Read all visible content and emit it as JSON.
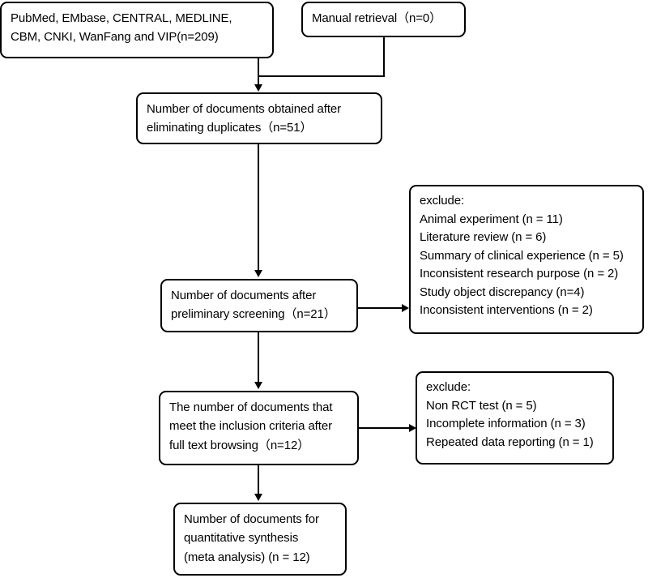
{
  "diagram": {
    "title": "PRISMA study selection flow diagram",
    "type": "flowchart",
    "colors": {
      "stroke": "#000000",
      "fill": "#ffffff",
      "text": "#000000"
    },
    "nodes": {
      "sources": {
        "name": "database-sources",
        "text": "PubMed, EMbase, CENTRAL, MEDLINE,\nCBM, CNKI, WanFang and VIP(n=209)",
        "n": 209
      },
      "manual": {
        "name": "manual-retrieval",
        "text": "Manual retrieval（n=0）",
        "n": 0
      },
      "dedup": {
        "name": "documents-after-deduplication",
        "text": "Number of documents obtained after\neliminating duplicates（n=51）",
        "n": 51
      },
      "prelim": {
        "name": "documents-after-preliminary-screening",
        "text": "Number of documents after\npreliminary screening（n=21）",
        "n": 21
      },
      "fulltext": {
        "name": "documents-meeting-inclusion-criteria",
        "text": "The number of documents that\nmeet the inclusion criteria after\nfull text browsing（n=12）",
        "n": 12
      },
      "final": {
        "name": "documents-for-quantitative-synthesis",
        "text": "Number of documents for\nquantitative synthesis\n(meta analysis) (n = 12)",
        "n": 12
      },
      "exclude_1": {
        "name": "exclusions-after-preliminary-screening",
        "heading": "exclude:",
        "text": "exclude:\nAnimal experiment (n = 11)\nLiterature review (n = 6)\nSummary of clinical experience (n = 5)\nInconsistent research purpose (n = 2)\nStudy object discrepancy (n=4)\nInconsistent interventions (n = 2)",
        "reasons": [
          {
            "label": "Animal experiment",
            "n": 11
          },
          {
            "label": "Literature review",
            "n": 6
          },
          {
            "label": "Summary of clinical experience",
            "n": 5
          },
          {
            "label": "Inconsistent research purpose",
            "n": 2
          },
          {
            "label": "Study object discrepancy",
            "n": 4
          },
          {
            "label": "Inconsistent interventions",
            "n": 2
          }
        ]
      },
      "exclude_2": {
        "name": "exclusions-after-full-text-review",
        "heading": "exclude:",
        "text": "exclude:\nNon RCT test (n = 5)\nIncomplete information (n = 3)\nRepeated data reporting (n = 1)",
        "reasons": [
          {
            "label": "Non RCT test",
            "n": 5
          },
          {
            "label": "Incomplete information",
            "n": 3
          },
          {
            "label": "Repeated data reporting",
            "n": 1
          }
        ]
      }
    }
  }
}
